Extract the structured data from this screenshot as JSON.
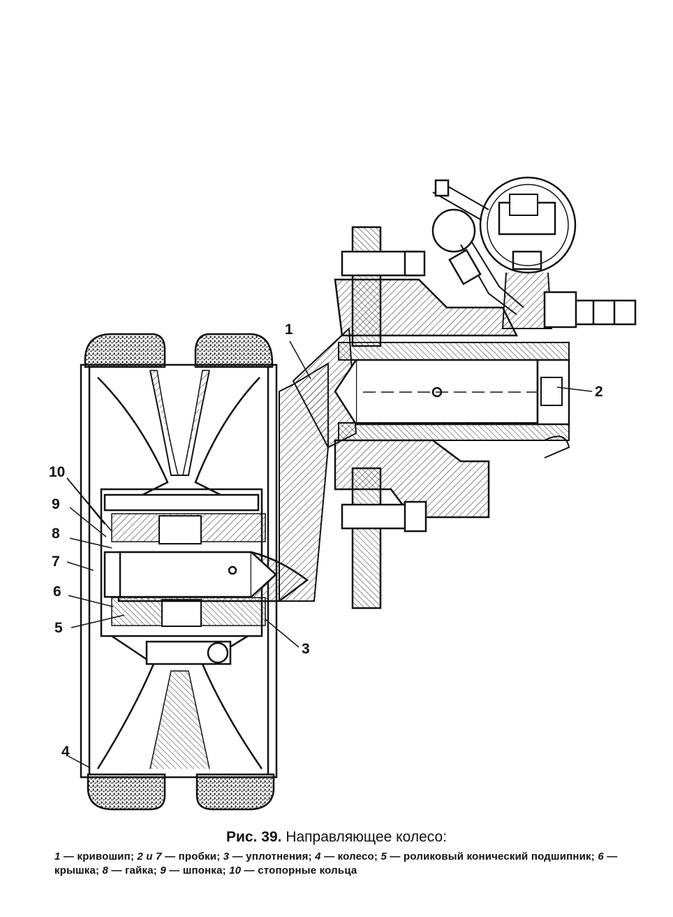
{
  "figure": {
    "callouts": [
      "1",
      "2",
      "3",
      "4",
      "5",
      "6",
      "7",
      "8",
      "9",
      "10"
    ]
  },
  "caption": {
    "fig_label": "Рис. 39.",
    "title": "Направляющее колесо:",
    "legend": [
      {
        "num": "1",
        "text": "кривошип;"
      },
      {
        "num": "2 и 7",
        "text": "пробки;"
      },
      {
        "num": "3",
        "text": "уплотнения;"
      },
      {
        "num": "4",
        "text": "колесо;"
      },
      {
        "num": "5",
        "text": "роликовый коничес­кий подшипник;"
      },
      {
        "num": "6",
        "text": "крышка;"
      },
      {
        "num": "8",
        "text": "гайка;"
      },
      {
        "num": "9",
        "text": "шпонка;"
      },
      {
        "num": "10",
        "text": "стопорные кольца"
      }
    ]
  },
  "colors": {
    "ink": "#111111",
    "paper": "#ffffff",
    "hatch": "#555555"
  }
}
